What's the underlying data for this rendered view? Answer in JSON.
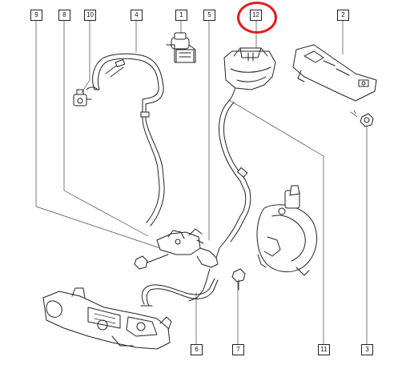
{
  "callouts": {
    "c9": "9",
    "c8": "8",
    "c10": "10",
    "c4": "4",
    "c1": "1",
    "c5": "5",
    "c12": "12",
    "c2": "2",
    "c6": "6",
    "c7": "7",
    "c11": "11",
    "c3": "3"
  },
  "highlight": {
    "part": "12",
    "color": "#e31a1a"
  },
  "colors": {
    "line": "#222222",
    "leader": "#444444"
  }
}
